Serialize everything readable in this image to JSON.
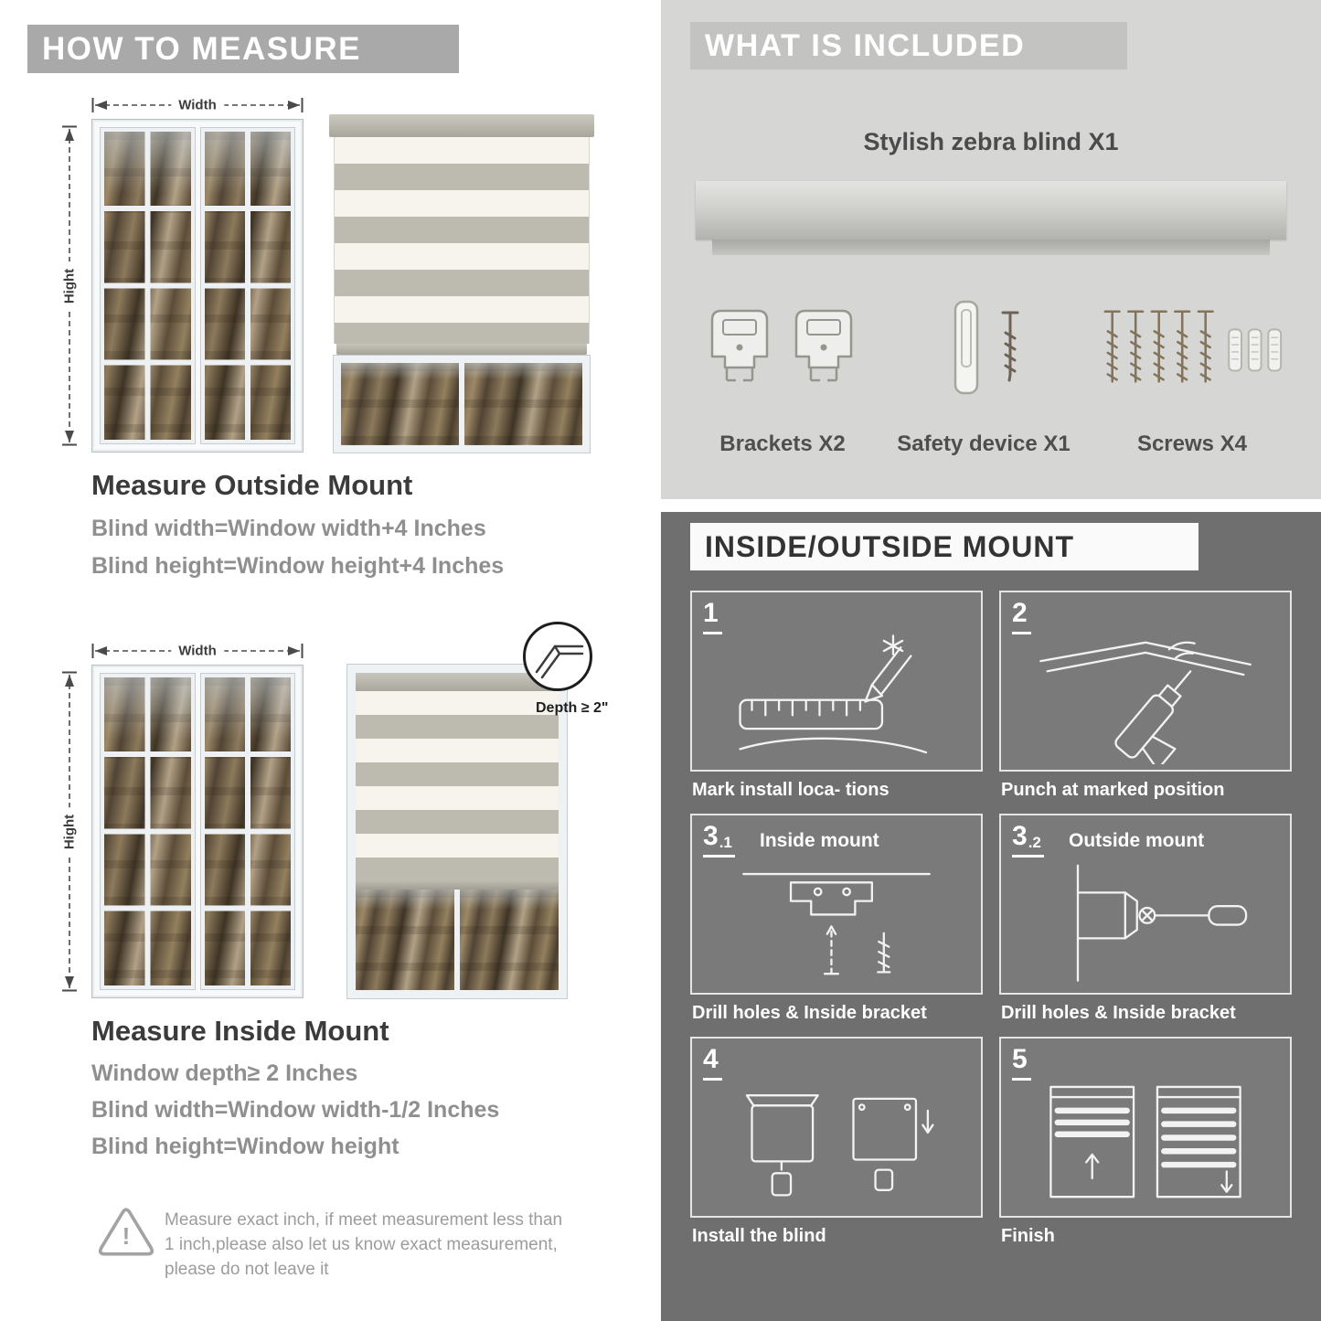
{
  "measure": {
    "header": "HOW TO MEASURE",
    "width_label": "Width",
    "height_label": "Hight",
    "outside": {
      "title": "Measure Outside Mount",
      "lines": [
        "Blind width=Window width+4 Inches",
        "Blind height=Window height+4 Inches"
      ]
    },
    "inside": {
      "depth_label": "Depth ≥ 2\"",
      "title": "Measure Inside Mount",
      "lines": [
        "Window depth≥ 2 Inches",
        "Blind width=Window width-1/2 Inches",
        "Blind height=Window height"
      ]
    },
    "warning": {
      "mark": "!",
      "text": "Measure exact inch, if meet measurement less than 1 inch,please also let us know exact measurement, please do not leave it"
    }
  },
  "included": {
    "header": "WHAT IS INCLUDED",
    "product_label": "Stylish zebra blind X1",
    "items": [
      {
        "name": "brackets",
        "label": "Brackets X2"
      },
      {
        "name": "safety-device",
        "label": "Safety device X1"
      },
      {
        "name": "screws",
        "label": "Screws X4"
      }
    ]
  },
  "mount": {
    "header": "INSIDE/OUTSIDE MOUNT",
    "steps": [
      {
        "num": "1",
        "sub": "",
        "label": "",
        "caption": "Mark install loca- tions"
      },
      {
        "num": "2",
        "sub": "",
        "label": "",
        "caption": "Punch at  marked position"
      },
      {
        "num": "3",
        "sub": ".1",
        "label": "Inside mount",
        "caption": "Drill holes &  Inside bracket"
      },
      {
        "num": "3",
        "sub": ".2",
        "label": "Outside mount",
        "caption": "Drill holes &  Inside bracket"
      },
      {
        "num": "4",
        "sub": "",
        "label": "",
        "caption": "Install the blind"
      },
      {
        "num": "5",
        "sub": "",
        "label": "",
        "caption": "Finish"
      }
    ]
  },
  "colors": {
    "left_header_bg": "#a9a9a9",
    "panel_light_bg": "#d6d6d5",
    "included_header_bg": "#c3c3c2",
    "panel_dark_bg": "#6f6f6f",
    "mount_header_bg": "#fafafa",
    "heading_text": "#3b3b3b",
    "measure_text": "#8f8f8f",
    "caption_text": "#ffffff"
  }
}
